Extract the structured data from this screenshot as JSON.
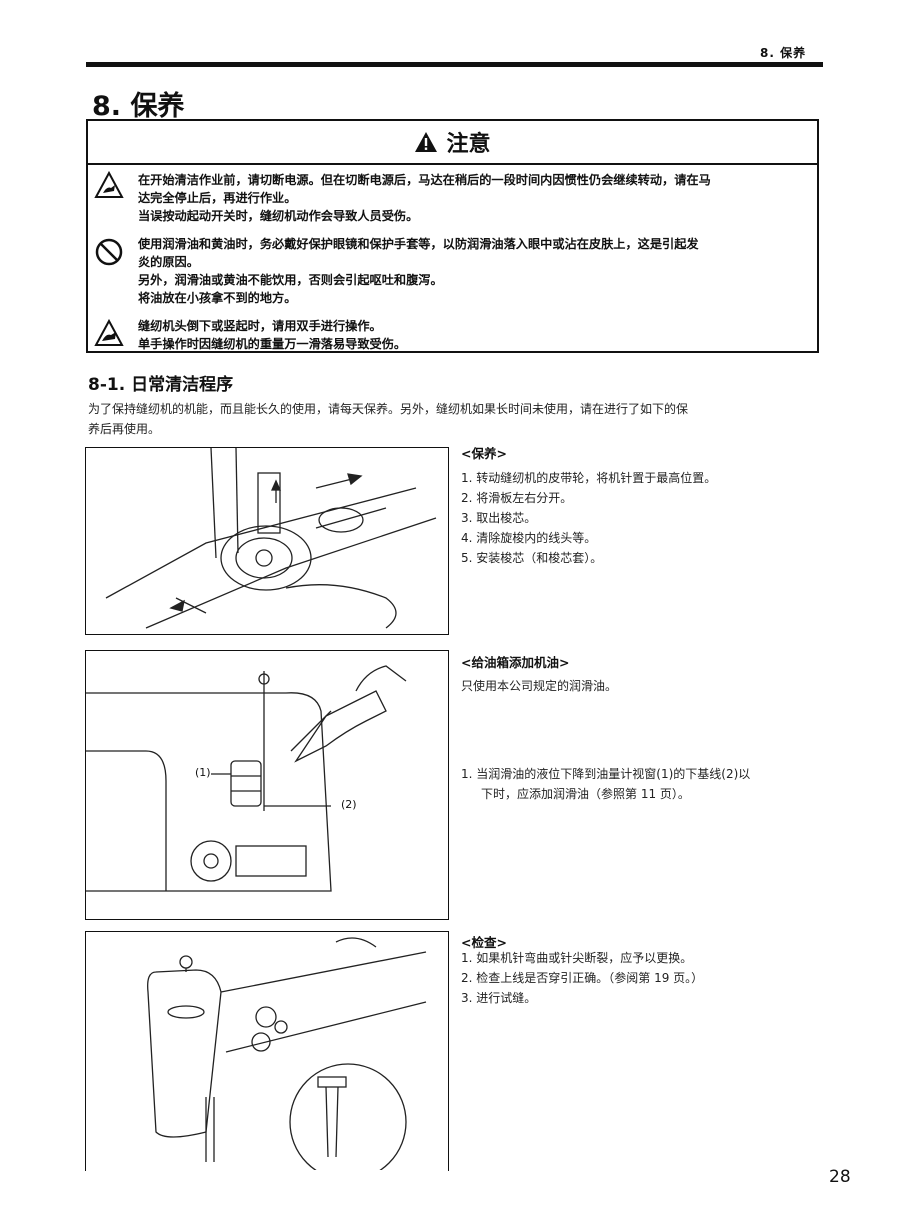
{
  "header": {
    "section_label": "8. 保养"
  },
  "title": "8. 保养",
  "caution": {
    "heading": "注意",
    "item1": {
      "icon": "hand-hazard-icon",
      "lines": [
        "在开始清洁作业前，请切断电源。但在切断电源后，马达在稍后的一段时间内因惯性仍会继续转动，请在马",
        "达完全停止后，再进行作业。",
        "当误按动起动开关时，缝纫机动作会导致人员受伤。"
      ]
    },
    "item2": {
      "icon": "prohibition-icon",
      "lines": [
        "使用润滑油和黄油时，务必戴好保护眼镜和保护手套等，以防润滑油落入眼中或沾在皮肤上，这是引起发",
        "炎的原因。",
        "另外，润滑油或黄油不能饮用，否则会引起呕吐和腹泻。",
        "将油放在小孩拿不到的地方。"
      ]
    },
    "item3": {
      "icon": "hand-hazard-icon",
      "lines": [
        "缝纫机头倒下或竖起时，请用双手进行操作。",
        "单手操作时因缝纫机的重量万一滑落易导致受伤。"
      ]
    }
  },
  "section": {
    "title": "8-1. 日常清洁程序",
    "intro_lines": [
      "为了保持缝纫机的机能，而且能长久的使用，请每天保养。另外，缝纫机如果长时间未使用，请在进行了如下的保",
      "养后再使用。"
    ]
  },
  "maintenance": {
    "heading": "<保养>",
    "steps": [
      "1. 转动缝纫机的皮带轮，将机针置于最高位置。",
      "2. 将滑板左右分开。",
      "3. 取出梭芯。",
      "4. 清除旋梭内的线头等。",
      "5. 安装梭芯（和梭芯套）。"
    ]
  },
  "oil": {
    "heading": "<给油箱添加机油>",
    "note": "只使用本公司规定的润滑油。",
    "step_lines": [
      "1. 当润滑油的液位下降到油量计视窗(1)的下基线(2)以",
      "下时，应添加润滑油（参照第 11 页）。"
    ],
    "callout1": "(1)",
    "callout2": "(2)"
  },
  "check": {
    "heading": "<检查>",
    "steps": [
      "1. 如果机针弯曲或针尖断裂，应予以更换。",
      "2. 检查上线是否穿引正确。（参阅第 19 页。）",
      "3. 进行试缝。"
    ]
  },
  "page_number": "28"
}
